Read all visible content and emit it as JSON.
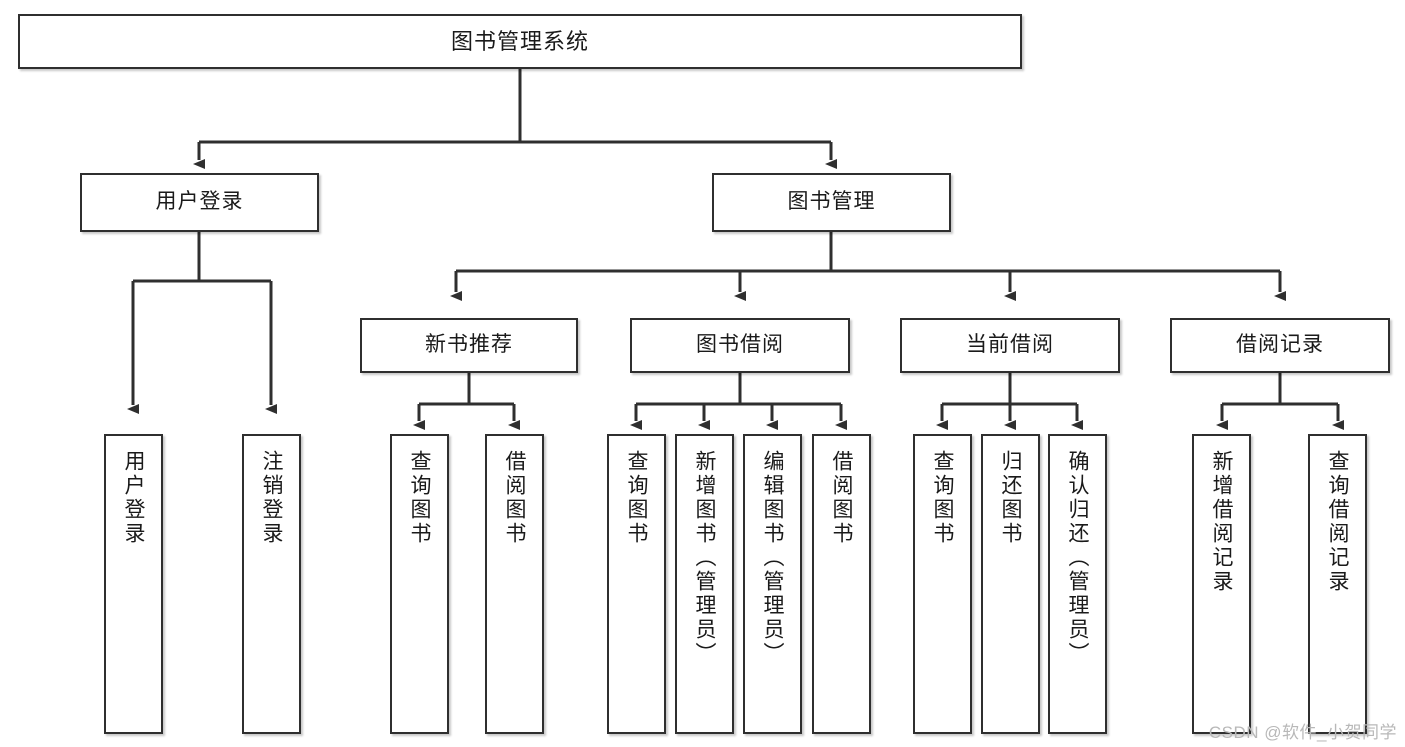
{
  "diagram": {
    "type": "tree",
    "title": "图书管理系统",
    "watermark": "CSDN @软件_小贺同学",
    "colors": {
      "stroke": "#2f2f2f",
      "fill": "#ffffff",
      "text": "#1a1a1a",
      "watermark": "#b8b8b8"
    },
    "nodes": {
      "root": {
        "label": "图书管理系统"
      },
      "level1": [
        {
          "id": "user-login",
          "label": "用户登录"
        },
        {
          "id": "book-manage",
          "label": "图书管理"
        }
      ],
      "level2": [
        {
          "id": "new-book-recommend",
          "label": "新书推荐"
        },
        {
          "id": "book-borrow",
          "label": "图书借阅"
        },
        {
          "id": "current-borrow",
          "label": "当前借阅"
        },
        {
          "id": "borrow-record",
          "label": "借阅记录"
        }
      ],
      "leaves": [
        {
          "id": "leaf-user-login",
          "label": "用户登录",
          "parent": "user-login"
        },
        {
          "id": "leaf-logout-login",
          "label": "注销登录",
          "parent": "user-login"
        },
        {
          "id": "leaf-query-book-1",
          "label": "查询图书",
          "parent": "new-book-recommend"
        },
        {
          "id": "leaf-borrow-book-1",
          "label": "借阅图书",
          "parent": "new-book-recommend"
        },
        {
          "id": "leaf-query-book-2",
          "label": "查询图书",
          "parent": "book-borrow"
        },
        {
          "id": "leaf-add-book",
          "label": "新增图书（管理员）",
          "parent": "book-borrow"
        },
        {
          "id": "leaf-edit-book",
          "label": "编辑图书（管理员）",
          "parent": "book-borrow"
        },
        {
          "id": "leaf-borrow-book-2",
          "label": "借阅图书",
          "parent": "book-borrow"
        },
        {
          "id": "leaf-query-book-3",
          "label": "查询图书",
          "parent": "current-borrow"
        },
        {
          "id": "leaf-return-book",
          "label": "归还图书",
          "parent": "current-borrow"
        },
        {
          "id": "leaf-confirm-return",
          "label": "确认归还（管理员）",
          "parent": "current-borrow"
        },
        {
          "id": "leaf-add-record",
          "label": "新增借阅记录",
          "parent": "borrow-record"
        },
        {
          "id": "leaf-query-record",
          "label": "查询借阅记录",
          "parent": "borrow-record"
        }
      ]
    }
  }
}
